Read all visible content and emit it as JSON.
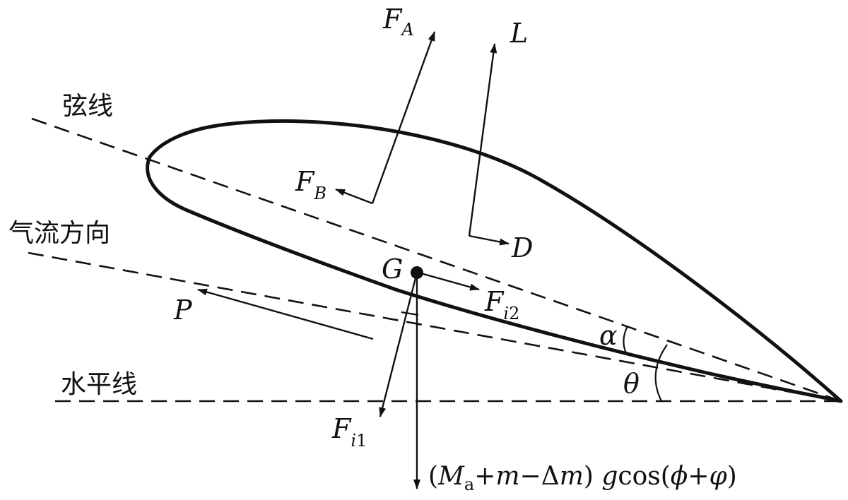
{
  "labels": {
    "chord_line": "弦线",
    "airflow_direction": "气流方向",
    "horizontal_line": "水平线"
  },
  "forces": {
    "F_A": {
      "base": "F",
      "sub": "A"
    },
    "F_B": {
      "base": "F",
      "sub": "B"
    },
    "lift": {
      "base": "L"
    },
    "drag": {
      "base": "D"
    },
    "gravity_center": {
      "base": "G"
    },
    "F_i2": {
      "base": "F",
      "sub_italic": "i",
      "sub_plain": "2"
    },
    "F_i1": {
      "base": "F",
      "sub_italic": "i",
      "sub_plain": "1"
    },
    "thrust": {
      "base": "P"
    }
  },
  "angles": {
    "alpha": "α",
    "theta": "θ"
  },
  "formula": {
    "open": "(",
    "M": "M",
    "M_sub": "a",
    "plus_m": "+",
    "m": "m",
    "minus": "−Δ",
    "m2": "m",
    "close_g": ") ",
    "g": "g",
    "cos": "cos",
    "paren_open": "(",
    "phi": "ϕ",
    "plus": "+",
    "varphi": "φ",
    "paren_close": ")"
  }
}
